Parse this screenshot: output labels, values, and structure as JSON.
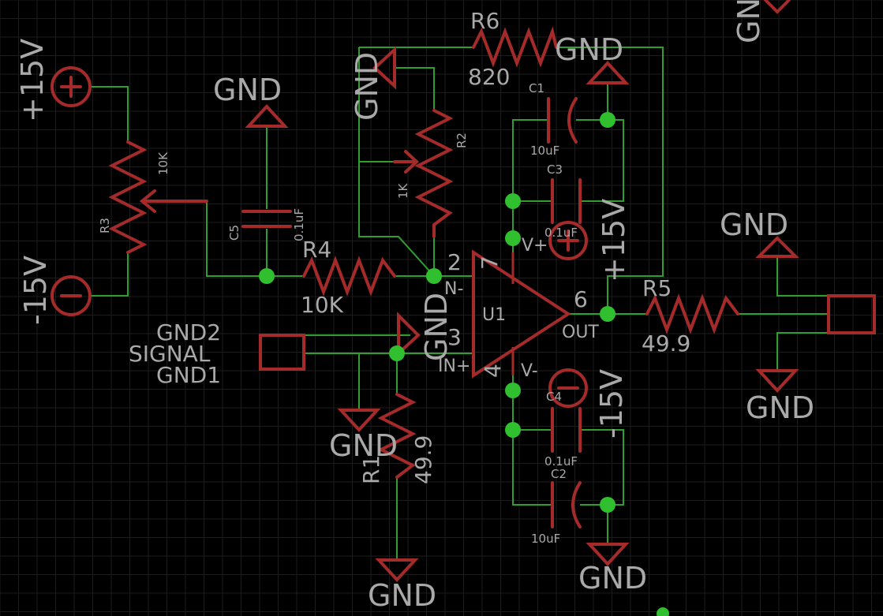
{
  "colors": {
    "background": "#000000",
    "grid": "#1c1c1c",
    "wire": "#2f9e2f",
    "component": "#a52a2a",
    "text": "#a9a9a9",
    "junction": "#2fbf2f"
  },
  "labels": {
    "top_gnd_corner": "GND",
    "r6_name": "R6",
    "r6_value": "820",
    "gnd_r6_right": "GND",
    "gnd_vertical_left": "GND",
    "c1_name": "C1",
    "c1_value": "10uF",
    "r2_name": "R2",
    "r2_value": "1K",
    "c3_name": "C3",
    "pos15_left": "+15V",
    "gnd_c5": "GND",
    "r3_name": "R3",
    "r3_value": "10K",
    "c5_name": "C5",
    "c5_value": "0.1uF",
    "neg15_left": "-15V",
    "r4_name": "R4",
    "r4_value": "10K",
    "pin2": "2",
    "pin7": "7",
    "pin3": "3",
    "pin4": "4",
    "pin6": "6",
    "in_minus": "N-",
    "in_plus": "IN+",
    "vplus": "V+",
    "vminus": "V-",
    "u1_name": "U1",
    "out": "OUT",
    "c3_value": "0.1uF",
    "pos15_right": "+15V",
    "gnd_opamp": "GND",
    "r5_name": "R5",
    "r5_value": "49.9",
    "gnd_conn_top": "GND",
    "gnd_conn_bottom": "GND",
    "gnd2": "GND2",
    "signal": "SIGNAL",
    "gnd1": "GND1",
    "gnd_signal": "GND",
    "r1_name": "R1",
    "r1_value": "49.9",
    "c4_name": "C4",
    "c4_value": "0.1uF",
    "neg15_right": "-15V",
    "c2_name": "C2",
    "c2_value": "10uF",
    "gnd_bottom_r1": "GND",
    "gnd_bottom_c2": "GND"
  }
}
